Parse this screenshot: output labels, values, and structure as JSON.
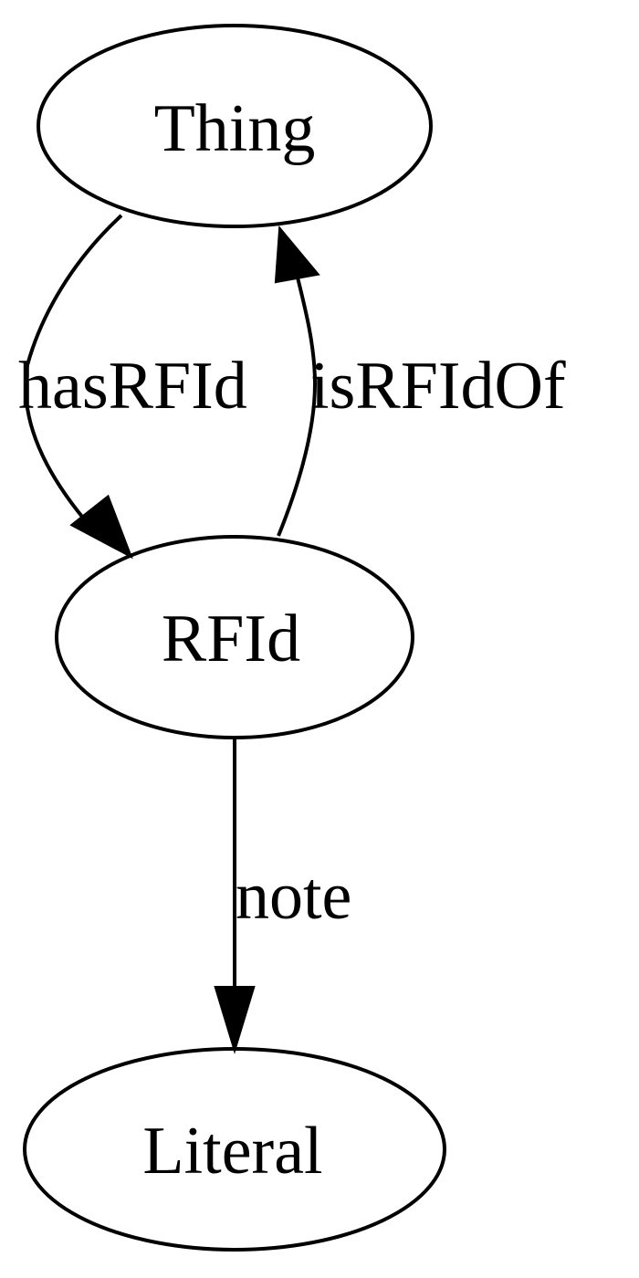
{
  "nodes": {
    "thing": {
      "label": "Thing"
    },
    "rfid": {
      "label": "RFId"
    },
    "literal": {
      "label": "Literal"
    }
  },
  "edges": {
    "has_rfid": {
      "label": "hasRFId",
      "from": "Thing",
      "to": "RFId"
    },
    "is_rfid_of": {
      "label": "isRFIdOf",
      "from": "RFId",
      "to": "Thing"
    },
    "note": {
      "label": "note",
      "from": "RFId",
      "to": "Literal"
    }
  }
}
